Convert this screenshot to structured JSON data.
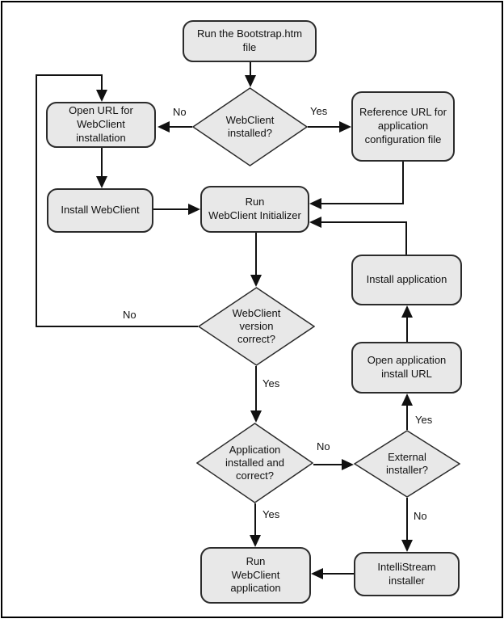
{
  "diagram": {
    "type": "flowchart",
    "colors": {
      "background": "#ffffff",
      "node_fill": "#e8e8e8",
      "node_stroke": "#2b2b2b",
      "connector": "#111111",
      "text": "#111111",
      "page_border": "#000000"
    },
    "nodes": {
      "bootstrap": {
        "shape": "rounded-rect",
        "label": "Run the Bootstrap.htm\nfile"
      },
      "open_url": {
        "shape": "rounded-rect",
        "label": "Open URL for\nWebClient\ninstallation"
      },
      "webclient_installed": {
        "shape": "diamond",
        "label": "WebClient\ninstalled?"
      },
      "reference_url": {
        "shape": "rounded-rect",
        "label": "Reference URL for\napplication\nconfiguration file"
      },
      "install_webclient": {
        "shape": "rounded-rect",
        "label": "Install WebClient"
      },
      "run_initializer": {
        "shape": "rounded-rect",
        "label": "Run\nWebClient Initializer"
      },
      "version_correct": {
        "shape": "diamond",
        "label": "WebClient\nversion\ncorrect?"
      },
      "install_application": {
        "shape": "rounded-rect",
        "label": "Install application"
      },
      "open_app_url": {
        "shape": "rounded-rect",
        "label": "Open application\ninstall URL"
      },
      "app_installed": {
        "shape": "diamond",
        "label": "Application\ninstalled and\ncorrect?"
      },
      "external_installer": {
        "shape": "diamond",
        "label": "External\ninstaller?"
      },
      "run_app": {
        "shape": "rounded-rect",
        "label": "Run\nWebClient\napplication"
      },
      "intellistream": {
        "shape": "rounded-rect",
        "label": "IntelliStream\ninstaller"
      }
    },
    "edge_labels": {
      "webclient_installed_no": "No",
      "webclient_installed_yes": "Yes",
      "version_correct_no": "No",
      "version_correct_yes": "Yes",
      "app_installed_no": "No",
      "app_installed_yes": "Yes",
      "external_installer_yes": "Yes",
      "external_installer_no": "No"
    }
  }
}
